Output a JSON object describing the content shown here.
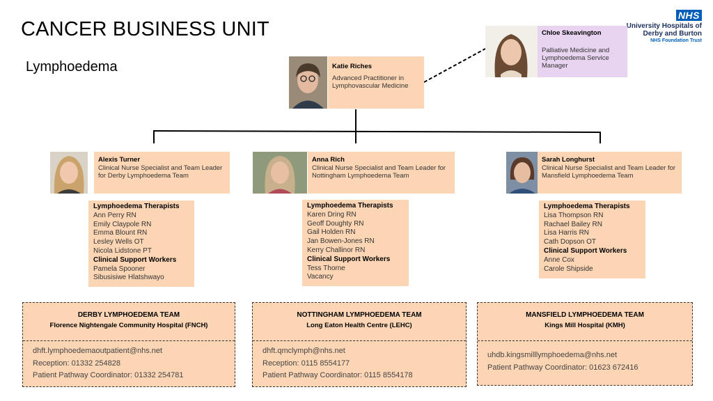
{
  "header": {
    "title": "CANCER BUSINESS UNIT",
    "subtitle": "Lymphoedema"
  },
  "logo": {
    "badge": "NHS",
    "line1": "University Hospitals of",
    "line2": "Derby and Burton",
    "line3": "NHS Foundation Trust"
  },
  "lead": {
    "name": "Katie Riches",
    "role": "Advanced  Practitioner in Lymphovascular Medicine"
  },
  "manager": {
    "name": "Chloe Skeavington",
    "role": "Palliative Medicine and Lymphoedema Service Manager"
  },
  "teams": [
    {
      "leader_name": "Alexis Turner",
      "leader_role": "Clinical Nurse Specialist and Team Leader for Derby Lymphoedema Team",
      "therapists_header": "Lymphoedema Therapists",
      "therapists": [
        "Ann Perry RN",
        "Emily Claypole RN",
        "Emma Blount RN",
        "Lesley Wells OT",
        "Nicola Lidstone PT"
      ],
      "support_header": "Clinical Support Workers",
      "support": [
        "Pamela Spooner",
        "Sibusisiwe Hlatshwayo"
      ],
      "team_name": "DERBY LYMPHOEDEMA  TEAM",
      "site": "Florence Nightengale Community Hospital (FNCH)",
      "email": "dhft.lymphoedemaoutpatient@nhs.net",
      "reception": "Reception: 01332 254828",
      "coordinator": "Patient Pathway Coordinator: 01332 254781"
    },
    {
      "leader_name": "Anna Rich",
      "leader_role": "Clinical Nurse Specialist and Team Leader for Nottingham Lymphoedema Team",
      "therapists_header": "Lymphoedema Therapists",
      "therapists": [
        "Karen Dring RN",
        "Geoff Doughty RN",
        "Gail Holden RN",
        "Jan Bowen-Jones RN",
        "Kerry Challinor RN"
      ],
      "support_header": "Clinical Support Workers",
      "support": [
        "Tess Thorne",
        "Vacancy"
      ],
      "team_name": "NOTTINGHAM LYMPHOEDEMA TEAM",
      "site": "Long Eaton Health Centre (LEHC)",
      "email": "dhft.qmclymph@nhs.net",
      "reception": "Reception: 0115 8554177",
      "coordinator": "Patient Pathway Coordinator: 0115 8554178"
    },
    {
      "leader_name": "Sarah Longhurst",
      "leader_role": "Clinical Nurse Specialist and Team Leader for Mansfield Lymphoedema Team",
      "therapists_header": "Lymphoedema Therapists",
      "therapists": [
        "Lisa Thompson RN",
        "Rachael Bailey RN",
        "Lisa Harris RN",
        "Cath Dopson OT"
      ],
      "support_header": "Clinical Support Workers",
      "support": [
        "Anne Cox",
        "Carole Shipside"
      ],
      "team_name": "MANSFIELD LYMPHOEDEMA TEAM",
      "site": "Kings Mill Hospital (KMH)",
      "email": "uhdb.kingsmilllymphoedema@nhs.net",
      "coordinator": "Patient Pathway Coordinator: 01623 672416"
    }
  ],
  "colors": {
    "card": "#fcd5b4",
    "manager_card": "#e8d3f0",
    "nhs_blue": "#005eb8"
  }
}
